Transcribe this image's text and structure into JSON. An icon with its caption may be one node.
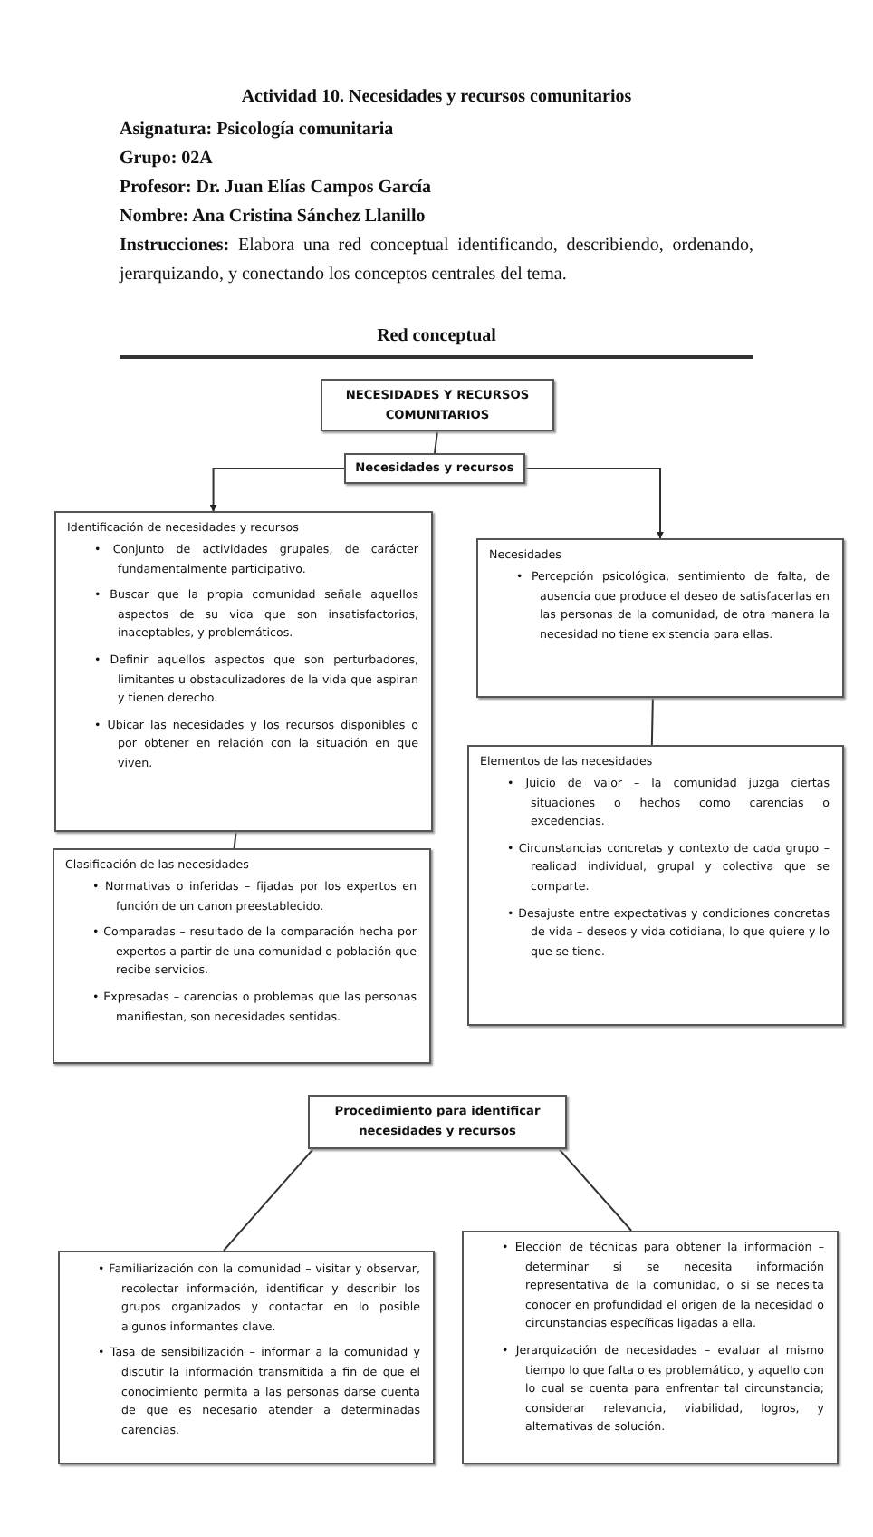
{
  "diagram": {
    "title": "Actividad 10. Necesidades y recursos comunitarios",
    "nodes": [
      {
        "text": [
          "NECESIDADES Y RECURSOS COMUNITARIOS"
        ]
      },
      {
        "text": [
          "Necesidades y recursos"
        ]
      },
      {
        "text": [
          "Identificación de necesidades y recursos",
          "•    Conjunto de actividades grupales, de carácter fundamentalmente participativo.",
          "•    Buscar que la propia comunidad señale aquellos aspectos de su vida que son insatisfactorios, inaceptables, y problemáticos.",
          "•    Definir aquellos aspectos que son perturbadores, limitantes u obstaculizadores de la vida que aspiran y tienen derecho.",
          "•    Ubicar las necesidades y los recursos disponibles o por obtener en relación con la situación en que viven."
        ]
      },
      {
        "text": [
          "Necesidades",
          "•    Percepción psicológica, sentimiento de falta, de ausencia que produce el deseo de satisfacerlas en las personas de la comunidad, de otra manera la necesidad no tiene existencia para ellas."
        ]
      },
      {
        "text": [
          "Elementos de las necesidades",
          "•    Juicio de valor – la comunidad juzga ciertas situaciones o hechos como carencias o excedencias.",
          "•    Circunstancias concretas y contexto de cada grupo – realidad individual, grupal y colectiva que se comparte.",
          "•    Desajuste entre expectativas y condiciones concretas de vida – deseos y vida cotidiana, lo que quiere y lo que se tiene."
        ]
      },
      {
        "text": [
          "Clasificación de las necesidades",
          "•    Normativas o inferidas – fijadas por los expertos en función de un canon preestablecido.",
          "•    Comparadas – resultado de la comparación hecha por expertos a partir de una comunidad o población que recibe servicios.",
          "•    Expresadas – carencias o problemas que las personas manifiestan, son necesidades sentidas."
        ]
      },
      {
        "text": [
          "Procedimiento para identificar necesidades y recursos"
        ]
      },
      {
        "text": [
          "•    Familiarización con la comunidad – visitar y observar, recolectar información, identificar y describir los grupos organizados y contactar en lo posible algunos informantes clave.",
          "•    Tasa de sensibilización – informar a la comunidad y discutir la información transmitida a fin de que el conocimiento permita a las personas darse cuenta de que es necesario atender a determinadas carencias."
        ]
      },
      {
        "text": [
          "•    Elección de técnicas para obtener la información – determinar si se necesita información representativa de la comunidad, o si se necesita conocer en profundidad el origen de la necesidad o circunstancias específicas ligadas a ella.",
          "•    Jerarquización de necesidades – evaluar al mismo tiempo lo que falta o es problemático, y aquello con lo cual se cuenta para enfrentar tal circunstancia; considerar relevancia, viabilidad, logros, y alternativas de solución."
        ]
      }
    ],
    "edges": [
      {
        "from": 0,
        "to": 1,
        "arrow": "none"
      },
      {
        "from": 1,
        "to": 2,
        "arrow": "to"
      },
      {
        "from": 1,
        "to": 3,
        "arrow": "to"
      },
      {
        "from": 3,
        "to": 4,
        "arrow": "none"
      },
      {
        "from": 2,
        "to": 5,
        "arrow": "none"
      },
      {
        "from": 6,
        "to": 7,
        "arrow": "none"
      },
      {
        "from": 6,
        "to": 8,
        "arrow": "none"
      }
    ],
    "labels": [
      "Asignatura: Psicología comunitaria",
      "Grupo: 02A",
      "Profesor: Dr. Juan Elías Campos García",
      "Nombre: Ana Cristina Sánchez Llanillo",
      "**Instrucciones:** Elabora una red conceptual identificando, describiendo, ordenando, jerarquizando, y conectando los conceptos centrales del tema.",
      "Red conceptual"
    ]
  }
}
